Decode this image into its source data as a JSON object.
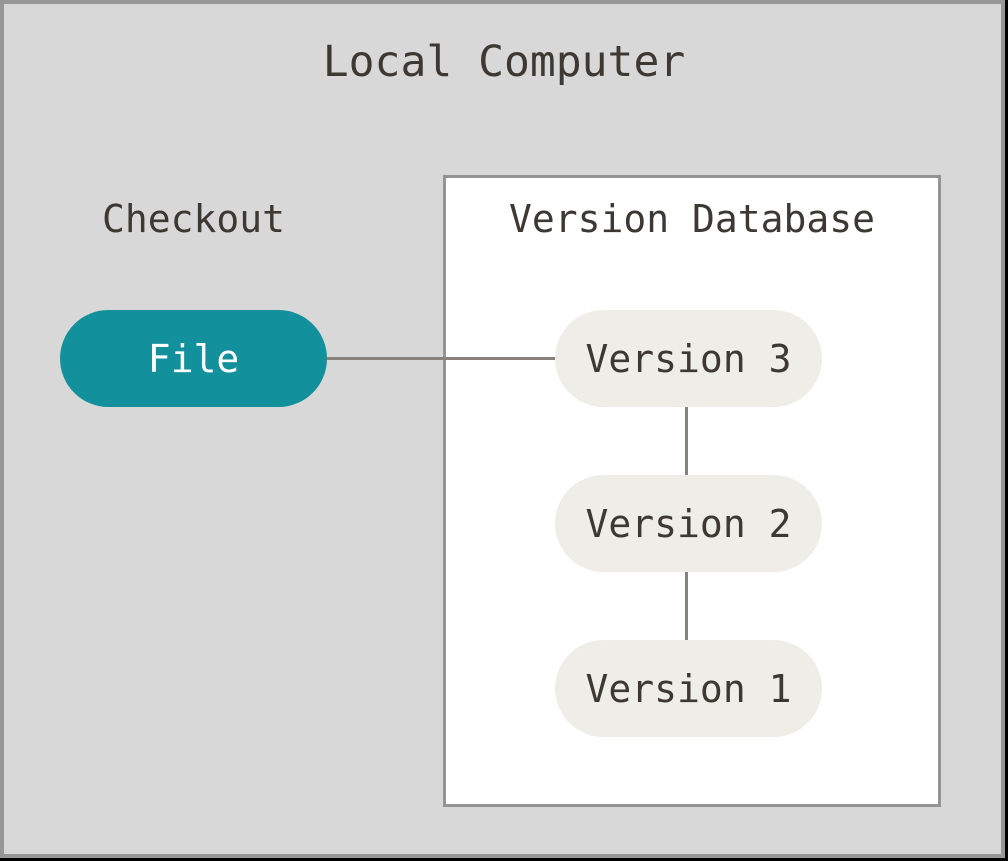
{
  "title": "Local Computer",
  "checkout": {
    "label": "Checkout"
  },
  "file_node": {
    "label": "File"
  },
  "version_database": {
    "title": "Version Database",
    "versions": [
      "Version 3",
      "Version 2",
      "Version 1"
    ]
  },
  "colors": {
    "canvas_bg": "#d8d8d8",
    "frame_border": "#979797",
    "edge_black": "#000000",
    "box_bg": "#ffffff",
    "box_border": "#949494",
    "pill_beige": "#eeede7",
    "pill_teal": "#12909b",
    "text_dark": "#3e3833",
    "text_light": "#ffffff",
    "connector": "#8a827a"
  }
}
